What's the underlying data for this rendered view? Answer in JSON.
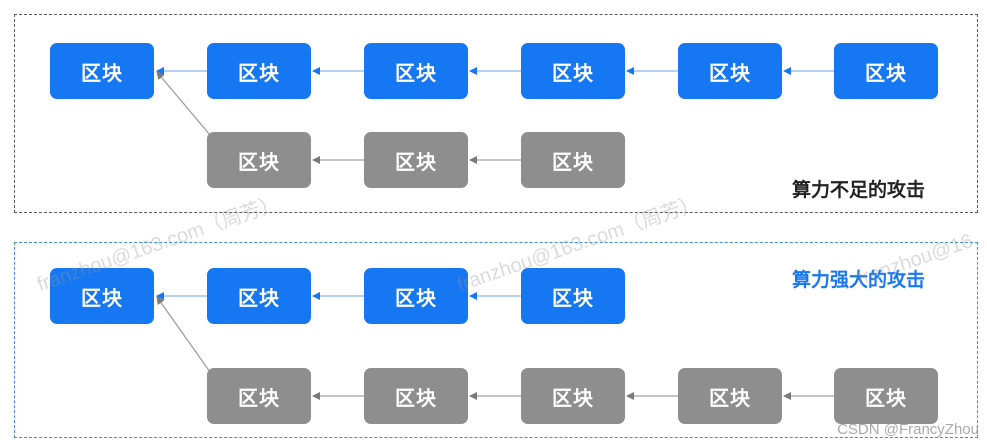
{
  "diagram": {
    "block_label": "区块",
    "top_panel": {
      "caption": "算力不足的攻击"
    },
    "bottom_panel": {
      "caption": "算力强大的攻击"
    }
  },
  "colors": {
    "honest_block": "#1677f2",
    "attacker_block": "#8e8e8e",
    "top_border": "#5a5a5a",
    "bottom_border": "#3a8fd8"
  },
  "watermarks": {
    "text_a": "franzhou@163.com（周芳）",
    "text_b": "franzhou@163.com（周芳）",
    "text_c": "franzhou@16",
    "footer": "CSDN @FrancyZhou"
  }
}
